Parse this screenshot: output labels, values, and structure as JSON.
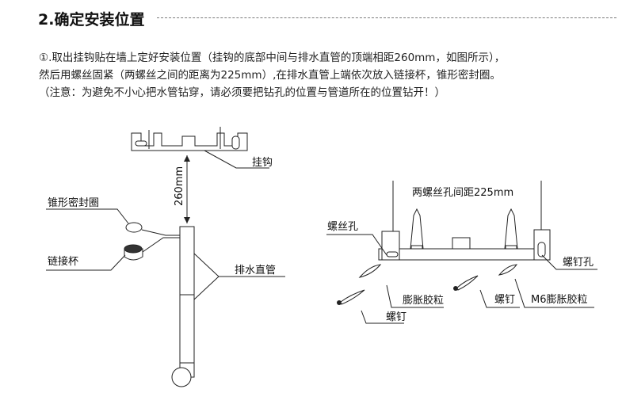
{
  "section": {
    "title": "2.确定安装位置"
  },
  "instructions": {
    "line1": "①.取出挂钩贴在墙上定好安装位置（挂钩的底部中间与排水直管的顶端相距260mm，如图所示），",
    "line2": "然后用螺丝固紧（两螺丝之间的距离为225mm）,在排水直管上端依次放入链接杯，锥形密封圈。",
    "line3": "（注意：为避免不小心把水管钻穿，请必须要把钻孔的位置与管道所在的位置钻开！）"
  },
  "diagram_left": {
    "hook_label": "挂钩",
    "distance_label": "260mm",
    "cone_seal_label": "锥形密封圈",
    "connect_cup_label": "链接杯",
    "drain_pipe_label": "排水直管"
  },
  "diagram_right": {
    "spacing_label": "两螺丝孔间距225mm",
    "screw_hole_label": "螺丝孔",
    "nail_hole_label": "螺钉孔",
    "anchor_label": "膨胀胶粒",
    "screw_label_1": "螺钉",
    "screw_label_2": "螺钉",
    "m6_anchor_label": "M6膨胀胶粒"
  }
}
